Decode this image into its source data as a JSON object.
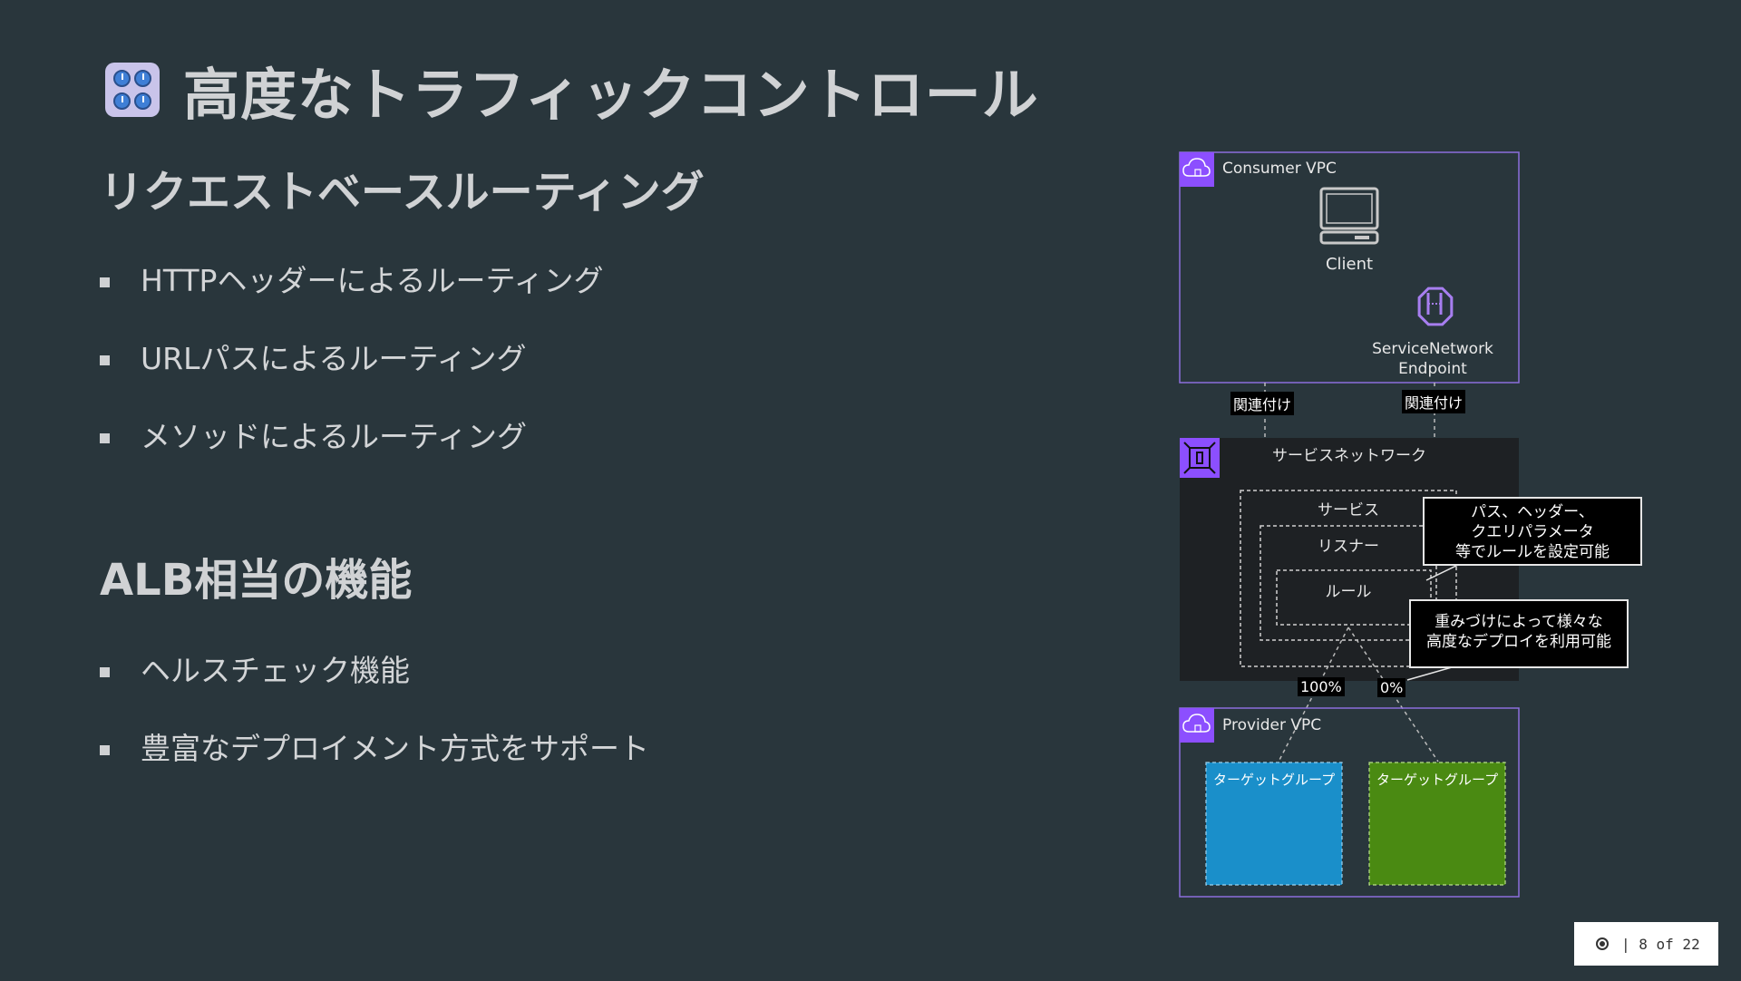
{
  "slide": {
    "title": "高度なトラフィックコントロール",
    "title_icon": "control-knobs-icon"
  },
  "sections": [
    {
      "heading": "リクエストベースルーティング",
      "bullets": [
        "HTTPヘッダーによるルーティング",
        "URLパスによるルーティング",
        "メソッドによるルーティング"
      ]
    },
    {
      "heading": "ALB相当の機能",
      "bullets": [
        "ヘルスチェック機能",
        "豊富なデプロイメント方式をサポート"
      ]
    }
  ],
  "diagram": {
    "consumer_vpc": "Consumer VPC",
    "client": "Client",
    "endpoint_line1": "ServiceNetwork",
    "endpoint_line2": "Endpoint",
    "assoc_left": "関連付け",
    "assoc_right": "関連付け",
    "service_network": "サービスネットワーク",
    "service": "サービス",
    "listener": "リスナー",
    "rule": "ルール",
    "callout1": [
      "パス、ヘッダー、",
      "クエリパラメータ",
      "等でルールを設定可能"
    ],
    "callout2": [
      "重みづけによって様々な",
      "高度なデプロイを利用可能"
    ],
    "weight_left": "100%",
    "weight_right": "0%",
    "provider_vpc": "Provider VPC",
    "target_left": "ターゲットグループ",
    "target_right": "ターゲットグループ",
    "colors": {
      "vpc_border": "#8c6fdc",
      "icon_bg": "#8c4fff",
      "target_blue": "#1a8fca",
      "target_green": "#4a8a12"
    }
  },
  "footer": {
    "page_text": "| 8 of 22",
    "icon": "presentation-icon"
  }
}
